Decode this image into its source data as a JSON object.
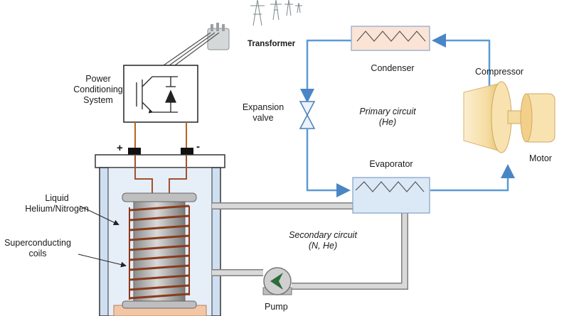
{
  "labels": {
    "transformer": "Transformer",
    "power_conditioning": "Power\nConditioning\nSystem",
    "condenser": "Condenser",
    "compressor": "Compressor",
    "expansion_valve": "Expansion\nvalve",
    "primary_circuit": "Primary circuit\n(He)",
    "evaporator": "Evaporator",
    "motor": "Motor",
    "liquid_helium": "Liquid\nHelium/Nitrogen",
    "superconducting": "Superconducting\ncoils",
    "secondary_circuit": "Secondary circuit\n(N, He)",
    "pump": "Pump",
    "plus": "+",
    "minus": "-"
  },
  "colors": {
    "pipe_blue": "#5b9bd5",
    "coil_brown": "#a0522d",
    "wire_brown": "#b5651d",
    "condenser_fill": "#fbe3d6",
    "evaporator_fill": "#dbe9f7",
    "cryostat_fill": "#d9e6f5",
    "pipe_gray": "#c8c8c8",
    "compressor_fill": "#f8e3b0",
    "bottom_fill": "#f3c7a6"
  }
}
